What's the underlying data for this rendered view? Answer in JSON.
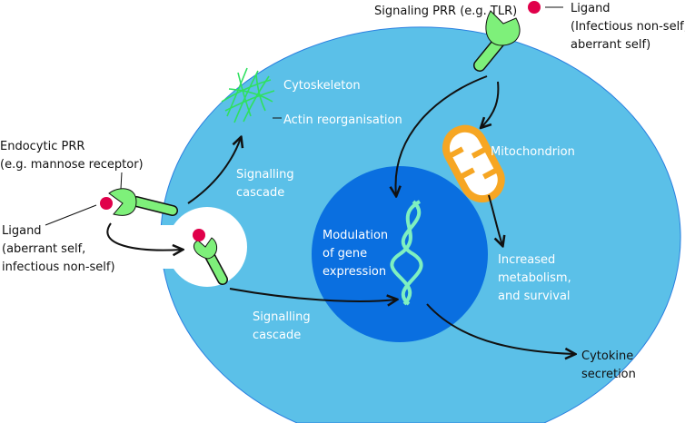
{
  "colors": {
    "cytoplasm": "#5bc0e8",
    "nucleus": "#0a6fe0",
    "receptor": "#7ef07a",
    "ligand": "#e0004a",
    "mitochondrion": "#f6a623",
    "dna": "#7ef0c0"
  },
  "labels": {
    "signaling_prr": "Signaling PRR (e.g. TLR)",
    "ligand_top": [
      "Ligand",
      "(Infectious non-self,",
      "aberrant self)"
    ],
    "endocytic_prr": [
      "Endocytic PRR",
      "(e.g. mannose receptor)"
    ],
    "ligand_left": [
      "Ligand",
      "(aberrant self,",
      "infectious non-self)"
    ],
    "cytoskeleton": "Cytoskeleton",
    "actin": "Actin reorganisation",
    "signalling_cascade_top": [
      "Signalling",
      "cascade"
    ],
    "signalling_cascade_bottom": [
      "Signalling",
      "cascade"
    ],
    "mitochondrion": "Mitochondrion",
    "gene_expression": [
      "Modulation",
      "of gene",
      "expression"
    ],
    "metabolism": [
      "Increased",
      "metabolism,",
      "and survival"
    ],
    "cytokine": [
      "Cytokine",
      "secretion"
    ]
  }
}
